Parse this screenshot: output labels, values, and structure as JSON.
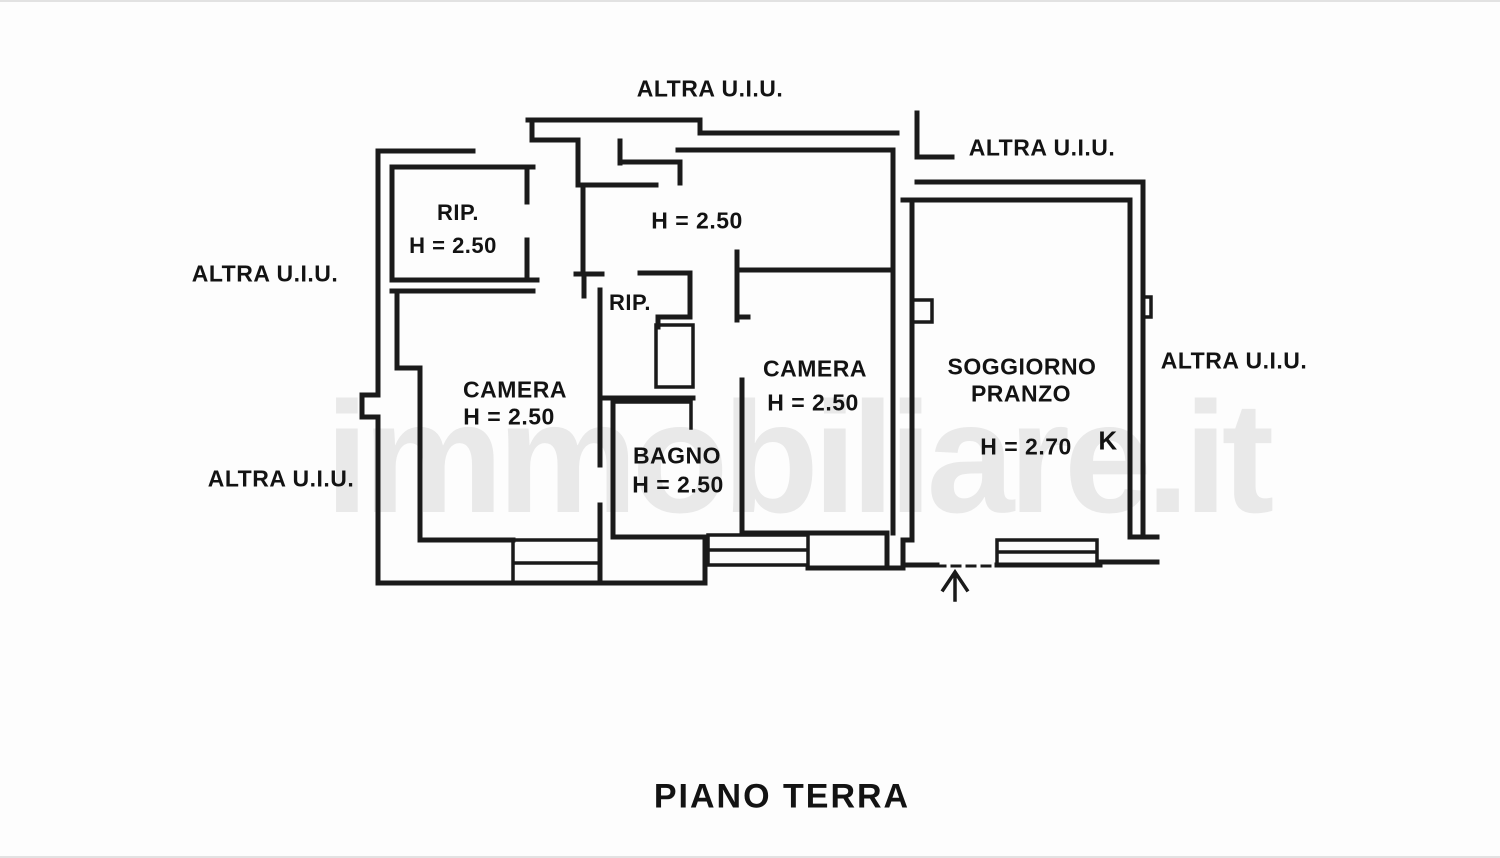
{
  "floor_title": "PIANO TERRA",
  "watermark_text": "immobiliare.it",
  "colors": {
    "wall": "#1a1a1a",
    "text": "#131313",
    "watermark": "#e9e9e9"
  },
  "neighbor_labels": {
    "top": "ALTRA U.I.U.",
    "top_right": "ALTRA U.I.U.",
    "left_upper": "ALTRA U.I.U.",
    "left_lower": "ALTRA U.I.U.",
    "right": "ALTRA U.I.U."
  },
  "rooms": {
    "storage_top": {
      "name": "RIP.",
      "height": "H = 2.50"
    },
    "hall": {
      "height": "H = 2.50"
    },
    "storage_small": {
      "name": "RIP."
    },
    "bedroom_left": {
      "name": "CAMERA",
      "height": "H = 2.50"
    },
    "bathroom": {
      "name": "BAGNO",
      "height": "H = 2.50"
    },
    "bedroom_right": {
      "name": "CAMERA",
      "height": "H = 2.50"
    },
    "living_dining": {
      "name_line1": "SOGGIORNO",
      "name_line2": "PRANZO",
      "height": "H = 2.70",
      "kitchen_marker": "K"
    }
  }
}
